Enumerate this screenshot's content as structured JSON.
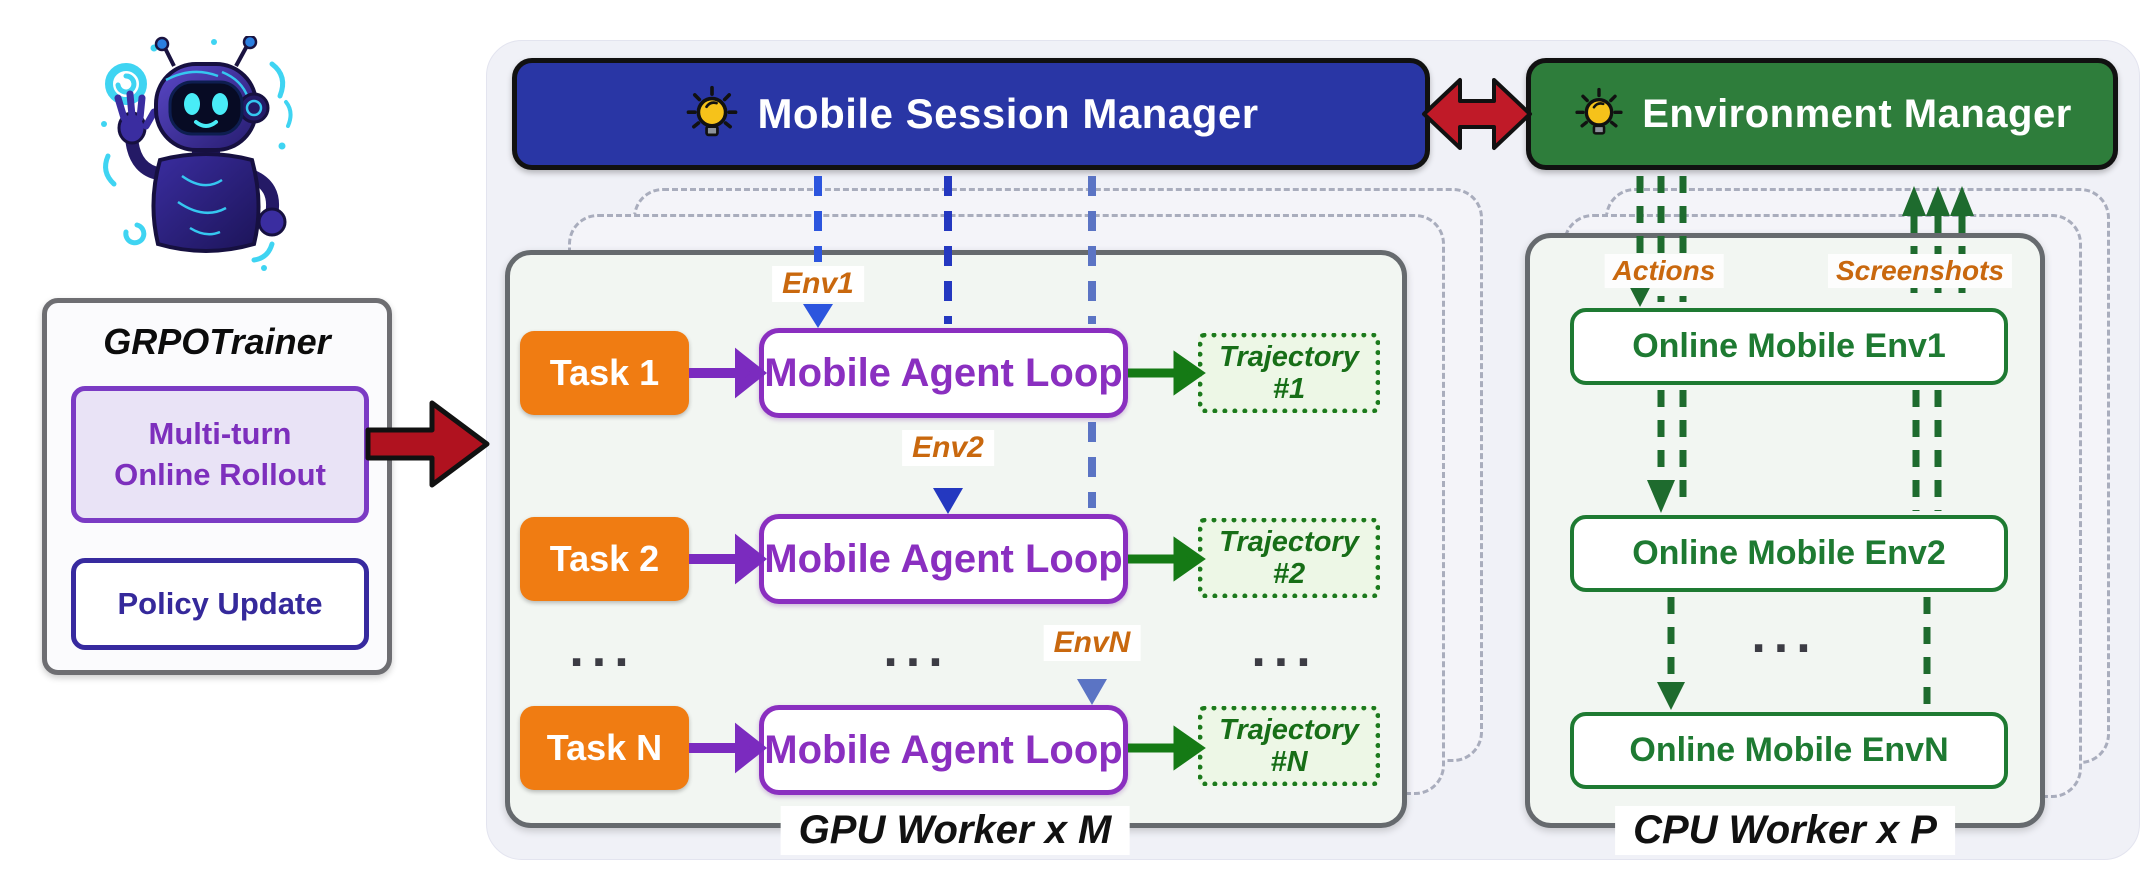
{
  "trainer": {
    "title": "GRPOTrainer",
    "rollout_line1": "Multi-turn",
    "rollout_line2": "Online Rollout",
    "policy": "Policy Update"
  },
  "session_manager": {
    "title": "Mobile Session Manager"
  },
  "environment_manager": {
    "title": "Environment Manager"
  },
  "gpu_worker": {
    "label": "GPU Worker x M",
    "ellipsis": "...",
    "rows": [
      {
        "task": "Task 1",
        "loop": "Mobile Agent Loop",
        "env": "Env1",
        "traj1": "Trajectory",
        "traj2": "#1"
      },
      {
        "task": "Task 2",
        "loop": "Mobile Agent Loop",
        "env": "Env2",
        "traj1": "Trajectory",
        "traj2": "#2"
      },
      {
        "task": "Task N",
        "loop": "Mobile Agent Loop",
        "env": "EnvN",
        "traj1": "Trajectory",
        "traj2": "#N"
      }
    ]
  },
  "cpu_worker": {
    "label": "CPU Worker x P",
    "actions": "Actions",
    "screenshots": "Screenshots",
    "ellipsis": "...",
    "envs": [
      {
        "name": "Online Mobile Env1"
      },
      {
        "name": "Online Mobile Env2"
      },
      {
        "name": "Online Mobile EnvN"
      }
    ]
  },
  "icons": {
    "session_manager_icon": "lightbulb-icon",
    "environment_manager_icon": "lightbulb-icon",
    "mascot": "robot-mascot"
  },
  "colors": {
    "session_bar_blue": "#2936a5",
    "environment_bar_green": "#2e7d3b",
    "task_orange": "#f07c12",
    "loop_purple": "#8a2fc0",
    "trajectory_green": "#1c7a1c",
    "arrow_red": "#b0121f",
    "env_link_blue": "#2c46c8",
    "cpu_link_green": "#1e6b2e",
    "label_orange": "#c9680e"
  }
}
